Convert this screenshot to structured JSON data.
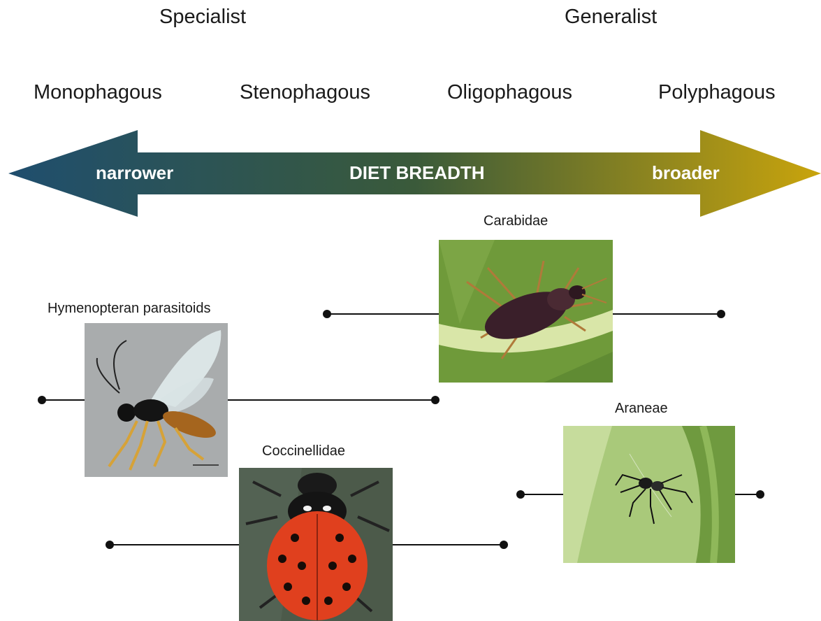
{
  "header": {
    "specialist": "Specialist",
    "generalist": "Generalist"
  },
  "scale": {
    "monophagous": "Monophagous",
    "stenophagous": "Stenophagous",
    "oligophagous": "Oligophagous",
    "polyphagous": "Polyphagous"
  },
  "arrow": {
    "left_label": "narrower",
    "center_label": "DIET BREADTH",
    "right_label": "broader",
    "color_left": "#1f4e6e",
    "color_mid": "#3a5a3a",
    "color_right": "#c9a40c"
  },
  "taxa": {
    "hymenoptera": "Hymenopteran parasitoids",
    "carabidae": "Carabidae",
    "coccinellidae": "Coccinellidae",
    "araneae": "Araneae"
  }
}
